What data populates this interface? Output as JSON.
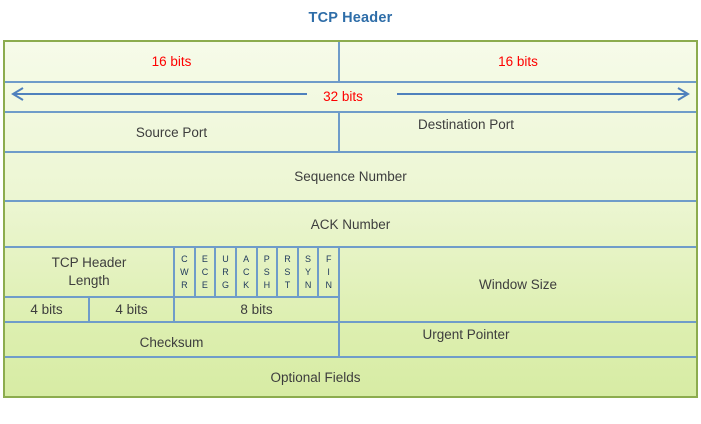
{
  "title": "TCP Header",
  "bit_labels": {
    "left16": "16 bits",
    "right16": "16 bits",
    "full32": "32 bits"
  },
  "fields": {
    "source_port": "Source Port",
    "destination_port": "Destination Port",
    "sequence_number": "Sequence Number",
    "ack_number": "ACK Number",
    "tcp_header_length": "TCP Header Length",
    "window_size": "Window Size",
    "checksum": "Checksum",
    "urgent_pointer": "Urgent Pointer",
    "optional_fields": "Optional Fields"
  },
  "flags": [
    {
      "name": "CWR",
      "display": "C\nW\nR"
    },
    {
      "name": "ECE",
      "display": "E\nC\nE"
    },
    {
      "name": "URG",
      "display": "U\nR\nG"
    },
    {
      "name": "ACK",
      "display": "A\nC\nK"
    },
    {
      "name": "PSH",
      "display": "P\nS\nH"
    },
    {
      "name": "RST",
      "display": "R\nS\nT"
    },
    {
      "name": "SYN",
      "display": "S\nY\nN"
    },
    {
      "name": "FIN",
      "display": "F\nI\nN"
    }
  ],
  "size_labels": {
    "four_bits_1": "4 bits",
    "four_bits_2": "4 bits",
    "eight_bits": "8 bits"
  },
  "colors": {
    "title_blue": "#2e6da8",
    "bits_red": "#fe0000",
    "outer_border_green": "#8cac4e",
    "divider_blue": "#6f9cc9",
    "arrow_blue": "#4f81bd",
    "field_text": "#3d3d3d",
    "flag_text": "#203a5c",
    "fill_top": "#f6fbe9",
    "fill_bottom": "#d7eca4"
  }
}
